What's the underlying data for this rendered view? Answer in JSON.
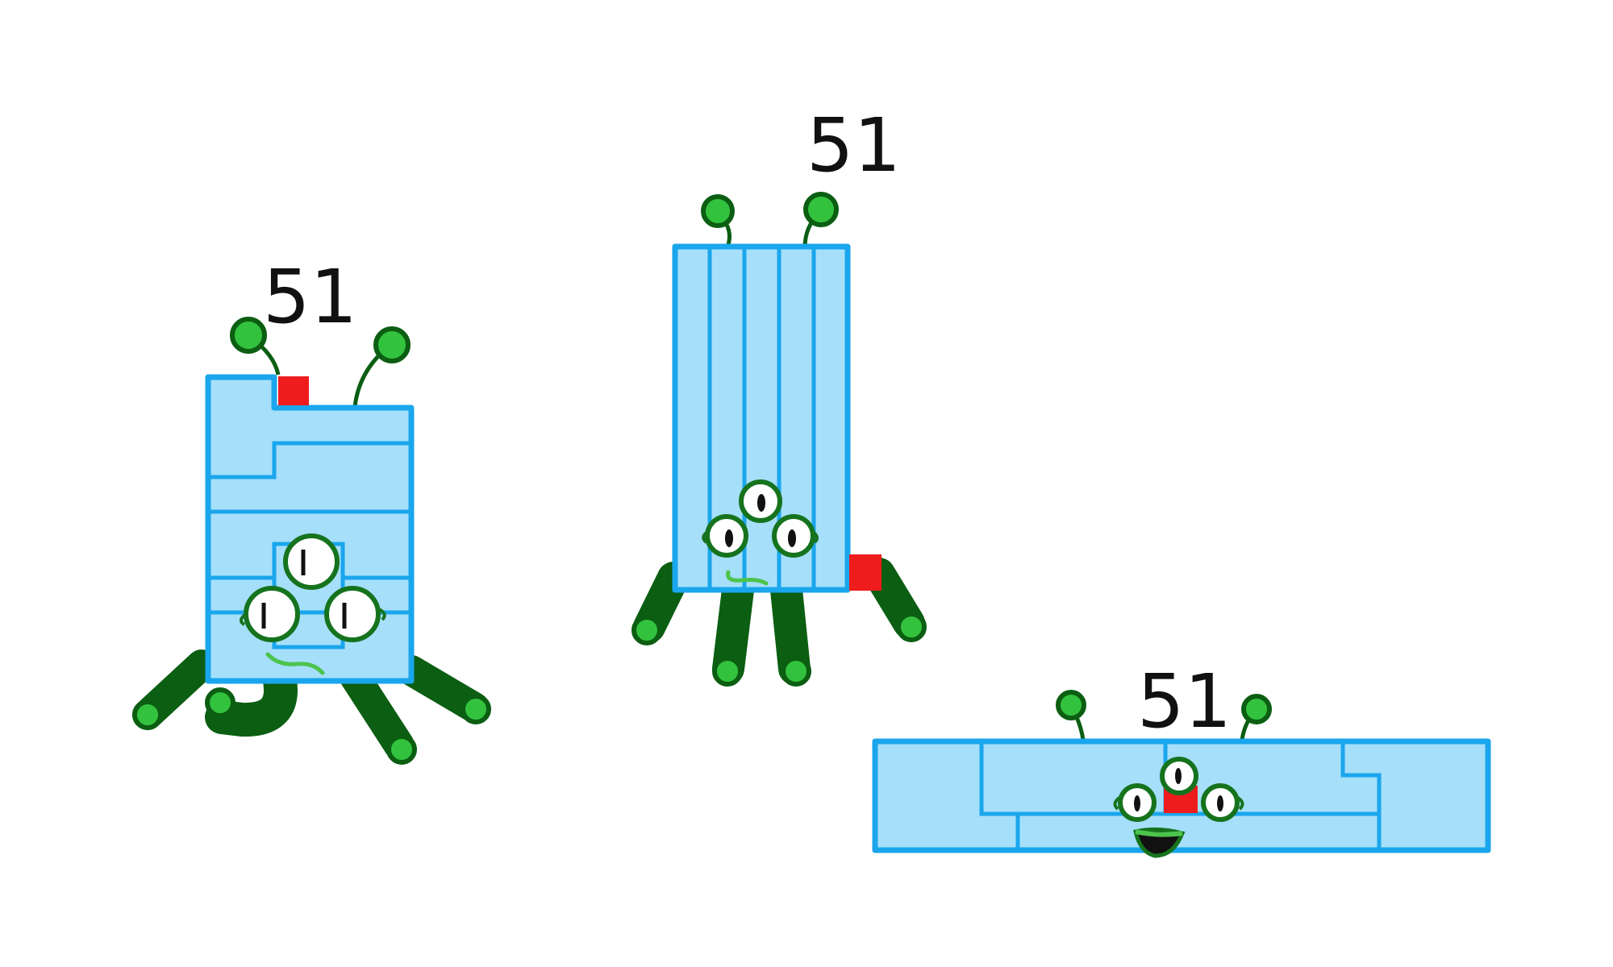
{
  "characters": [
    {
      "label": "51"
    },
    {
      "label": "51"
    },
    {
      "label": "51"
    }
  ],
  "colors": {
    "body_fill": "#a6dffa",
    "body_outline": "#1aa6ec",
    "accent_square": "#ee1c1c",
    "limb_dark": "#0b5e12",
    "limb_light": "#33c23d",
    "eye_ring": "#16731d",
    "mouth": "#4cc44c",
    "label_text": "#111111"
  }
}
